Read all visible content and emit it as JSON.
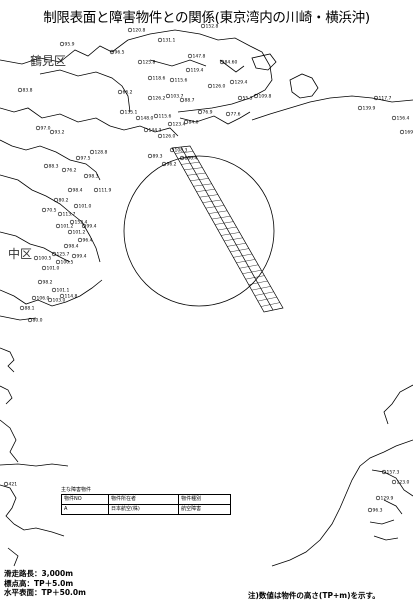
{
  "title": "制限表面と障害物件との関係(東京湾内の川崎・横浜沖)",
  "places": {
    "tsurumi": "鶴見区",
    "naka": "中区"
  },
  "obstacles": [
    {
      "label": "95.9"
    },
    {
      "label": "120.8"
    },
    {
      "label": "131.1"
    },
    {
      "label": "152.8"
    },
    {
      "label": "96.5"
    },
    {
      "label": "147.8"
    },
    {
      "label": "125.8"
    },
    {
      "label": "84.60"
    },
    {
      "label": "118.6"
    },
    {
      "label": "115.6"
    },
    {
      "label": "119.4"
    },
    {
      "label": "66.2"
    },
    {
      "label": "126.0"
    },
    {
      "label": "129.4"
    },
    {
      "label": "55.3"
    },
    {
      "label": "109.8"
    },
    {
      "label": "126.2"
    },
    {
      "label": "103.7"
    },
    {
      "label": "88.7"
    },
    {
      "label": "135.1"
    },
    {
      "label": "148.0"
    },
    {
      "label": "115.6"
    },
    {
      "label": "123.4"
    },
    {
      "label": "84.0"
    },
    {
      "label": "144.3"
    },
    {
      "label": "126.0"
    },
    {
      "label": "76.9"
    },
    {
      "label": "77.6"
    },
    {
      "label": "83.8"
    },
    {
      "label": "97.0"
    },
    {
      "label": "93.2"
    },
    {
      "label": "88.3"
    },
    {
      "label": "76.2"
    },
    {
      "label": "97.5"
    },
    {
      "label": "128.8"
    },
    {
      "label": "98.3"
    },
    {
      "label": "111.9"
    },
    {
      "label": "98.4"
    },
    {
      "label": "80.2"
    },
    {
      "label": "70.5"
    },
    {
      "label": "113.7"
    },
    {
      "label": "101.0"
    },
    {
      "label": "152.4"
    },
    {
      "label": "101.2"
    },
    {
      "label": "99.4"
    },
    {
      "label": "101.2"
    },
    {
      "label": "96.4"
    },
    {
      "label": "98.4"
    },
    {
      "label": "125.7"
    },
    {
      "label": "100.5"
    },
    {
      "label": "101.0"
    },
    {
      "label": "100.5"
    },
    {
      "label": "99.4"
    },
    {
      "label": "98.2"
    },
    {
      "label": "101.1"
    },
    {
      "label": "106.0"
    },
    {
      "label": "103.0"
    },
    {
      "label": "88.1"
    },
    {
      "label": "114.8"
    },
    {
      "label": "80.0"
    },
    {
      "label": "108.3"
    },
    {
      "label": "100.4"
    },
    {
      "label": "96.2"
    },
    {
      "label": "89.3"
    },
    {
      "label": "139.9"
    },
    {
      "label": "117.7"
    },
    {
      "label": "156.4"
    },
    {
      "label": "169.1"
    },
    {
      "label": "157.3"
    },
    {
      "label": "123.0"
    },
    {
      "label": "129.9"
    },
    {
      "label": "96.3"
    },
    {
      "label": "421"
    }
  ],
  "legend": {
    "caption": "主な障害物件",
    "headers": [
      "物件NO",
      "物件所在者",
      "物件種別"
    ],
    "rows": [
      [
        "A",
        "日本航空(株)",
        "航空障害"
      ]
    ]
  },
  "specs": [
    "滑走路長：3,000m",
    "標点高：TP＋5.0m",
    "水平表面：TP＋50.0m"
  ],
  "note": "注)数値は物件の高さ(TP+m)を示す。"
}
